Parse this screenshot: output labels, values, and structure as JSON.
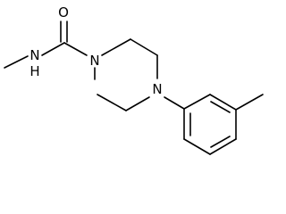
{
  "atoms": {
    "oxygen": "O",
    "amide_nitrogen": "N",
    "amide_hydrogen": "H",
    "piperazine_n1": "N",
    "piperazine_n4": "N"
  }
}
